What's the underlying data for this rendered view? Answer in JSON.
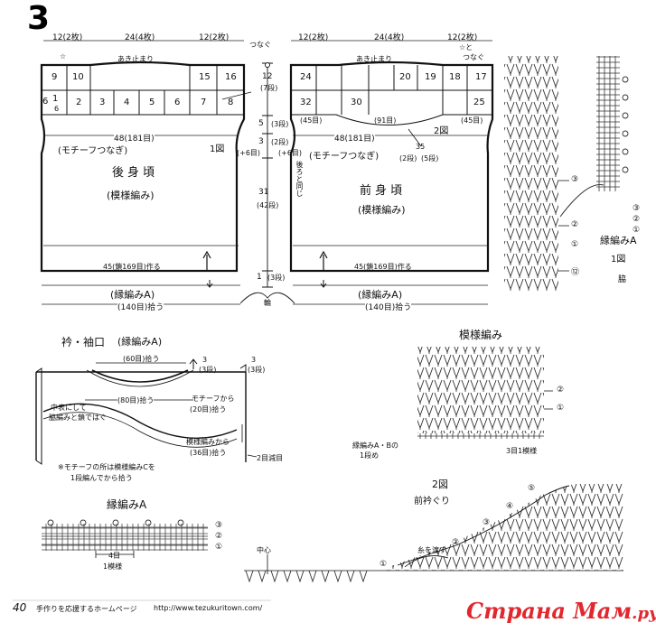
{
  "pattern_number": "3",
  "page_number": "40",
  "footer": {
    "text": "手作りを応援するホームページ",
    "url": "http://www.tezukuritown.com/"
  },
  "watermark": {
    "text": "Страна Мам",
    "suffix": ".ру",
    "color": "#e0282e"
  },
  "back": {
    "dims": [
      "12(2枚)",
      "24(4枚)",
      "12(2枚)"
    ],
    "opening": "あき止まり",
    "connect_note": "つなぐ",
    "star": "☆",
    "motifs_top": [
      "9",
      "10",
      "15",
      "16"
    ],
    "motifs_bottom": [
      "6",
      "1",
      "2",
      "3",
      "4",
      "5",
      "6",
      "7",
      "8"
    ],
    "motif_sub": "6",
    "width": "48(181目)",
    "connect": "(モチーフつなぎ)",
    "fig": "1図",
    "inc": "(+6目)",
    "title": "後身頃",
    "pattern": "(模様編み)",
    "hem": "45(鎖169目)作る",
    "border": "(縁編みA)",
    "pick": "(140目)拾う"
  },
  "front": {
    "dims": [
      "12(2枚)",
      "24(4枚)",
      "12(2枚)"
    ],
    "opening": "あき止まり",
    "star": "☆と",
    "connect_note": "つなぐ",
    "motifs_top": [
      "24",
      "20",
      "19",
      "18",
      "17"
    ],
    "motifs_bottom": [
      "32",
      "30",
      "25"
    ],
    "left_count": "(45目)",
    "mid_count": "(91目)",
    "right_count": "(45目)",
    "width": "48(181目)",
    "fig": "2図",
    "connect": "(モチーフつなぎ)",
    "neck_rows_a": "35",
    "neck_rows_b": "(5段)",
    "neck_rows_c": "(2段)",
    "same_as_back": "後ろと同じ",
    "inc": "(+6目)",
    "title": "前身頃",
    "pattern": "(模様編み)",
    "hem": "45(鎖169目)作る",
    "border": "(縁編みA)",
    "pick": "(140目)拾う"
  },
  "center": {
    "top": "12",
    "top_rows": "(7段)",
    "mid": "5",
    "mid_rows": "(3段)",
    "m3": "3",
    "m3_rows": "(2段)",
    "body": "31",
    "body_rows": "(42段)",
    "bot": "1",
    "bot_rows": "(3段)",
    "wa": "輪"
  },
  "collar": {
    "title": "衿・袖口",
    "border": "(縁編みA)",
    "pick60": "(60目)拾う",
    "pick80": "(80目)拾う",
    "rows": "3",
    "rows_sub": "(3段)",
    "rows_r": "3",
    "rows_r_sub": "(3段)",
    "from_motif": "モチーフから",
    "from_motif_n": "(20目)拾う",
    "center_note": "中表にして",
    "center_note2": "脇編みと鎖ではぐ",
    "from_border": "模様編みから",
    "from_border_n": "(36目)拾う",
    "dec": "2目減目",
    "note1": "※モチーフの所は模様編みCを",
    "note2": "1段編んでから拾う"
  },
  "pattern_stitch": {
    "title": "模様編み",
    "row_labels": [
      "②",
      "①"
    ],
    "bottom_label": "縁編みA・Bの",
    "bottom_label2": "1段め",
    "repeat": "3目1模様"
  },
  "border_a": {
    "title": "縁編みA",
    "row_labels": [
      "③",
      "②",
      "①"
    ],
    "repeat_n": "4目",
    "repeat": "1模様"
  },
  "side_chart": {
    "labels": [
      "③",
      "②",
      "①",
      "⑫"
    ],
    "labels_r": [
      "③",
      "②",
      "①"
    ],
    "name": "縁編みA",
    "fig": "1図",
    "side": "脇"
  },
  "neckline": {
    "title": "2図",
    "subtitle": "前衿ぐり",
    "row_labels": [
      "⑤",
      "④",
      "③",
      "②",
      "①"
    ],
    "center": "中心",
    "thread": "糸を渡す"
  }
}
